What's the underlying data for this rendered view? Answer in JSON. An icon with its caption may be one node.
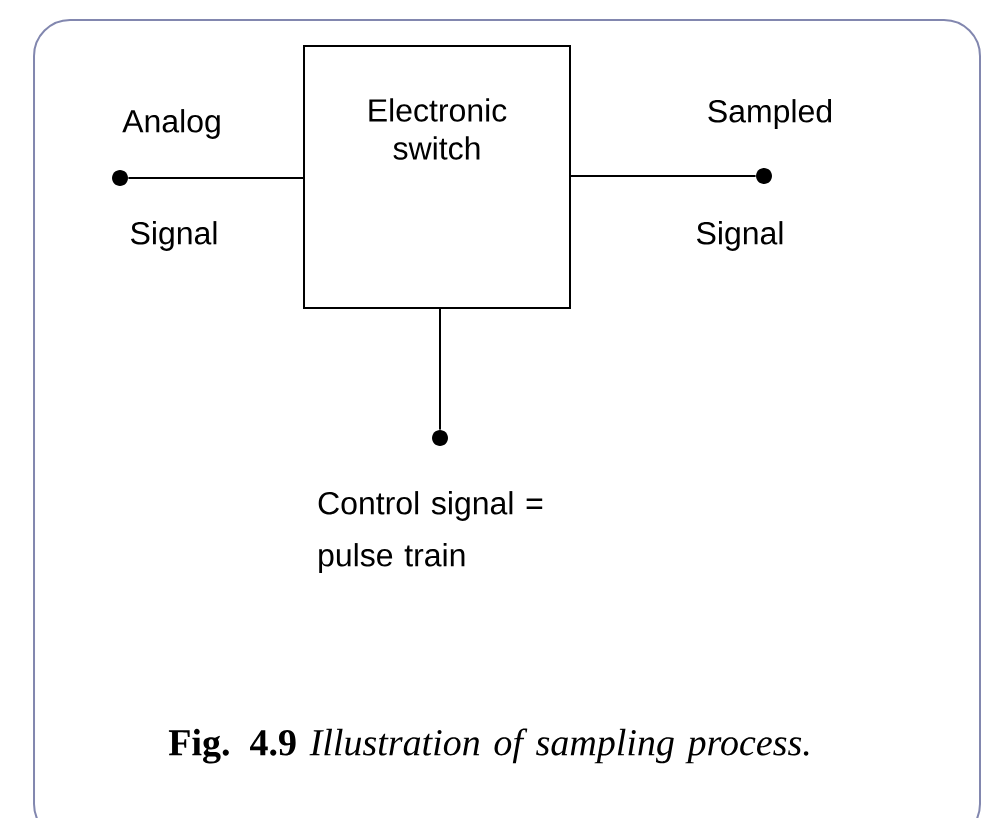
{
  "diagram": {
    "caption": "**Fig. 4.9** *Illustration of sampling process.*",
    "nodes": [
      {
        "text": [
          "Electronic switch"
        ]
      },
      {
        "text": [],
        "shape": "circle",
        "beside": [
          "Analog",
          "Signal"
        ]
      },
      {
        "text": [],
        "shape": "circle",
        "beside": [
          "Sampled",
          "Signal"
        ]
      },
      {
        "text": [],
        "shape": "circle",
        "beside": [
          "Control signal = pulse train"
        ]
      }
    ],
    "edges": [
      {
        "from": 1,
        "to": 0,
        "arrow": "none"
      },
      {
        "from": 0,
        "to": 2,
        "arrow": "none"
      },
      {
        "from": 0,
        "to": 3,
        "arrow": "none"
      }
    ]
  }
}
